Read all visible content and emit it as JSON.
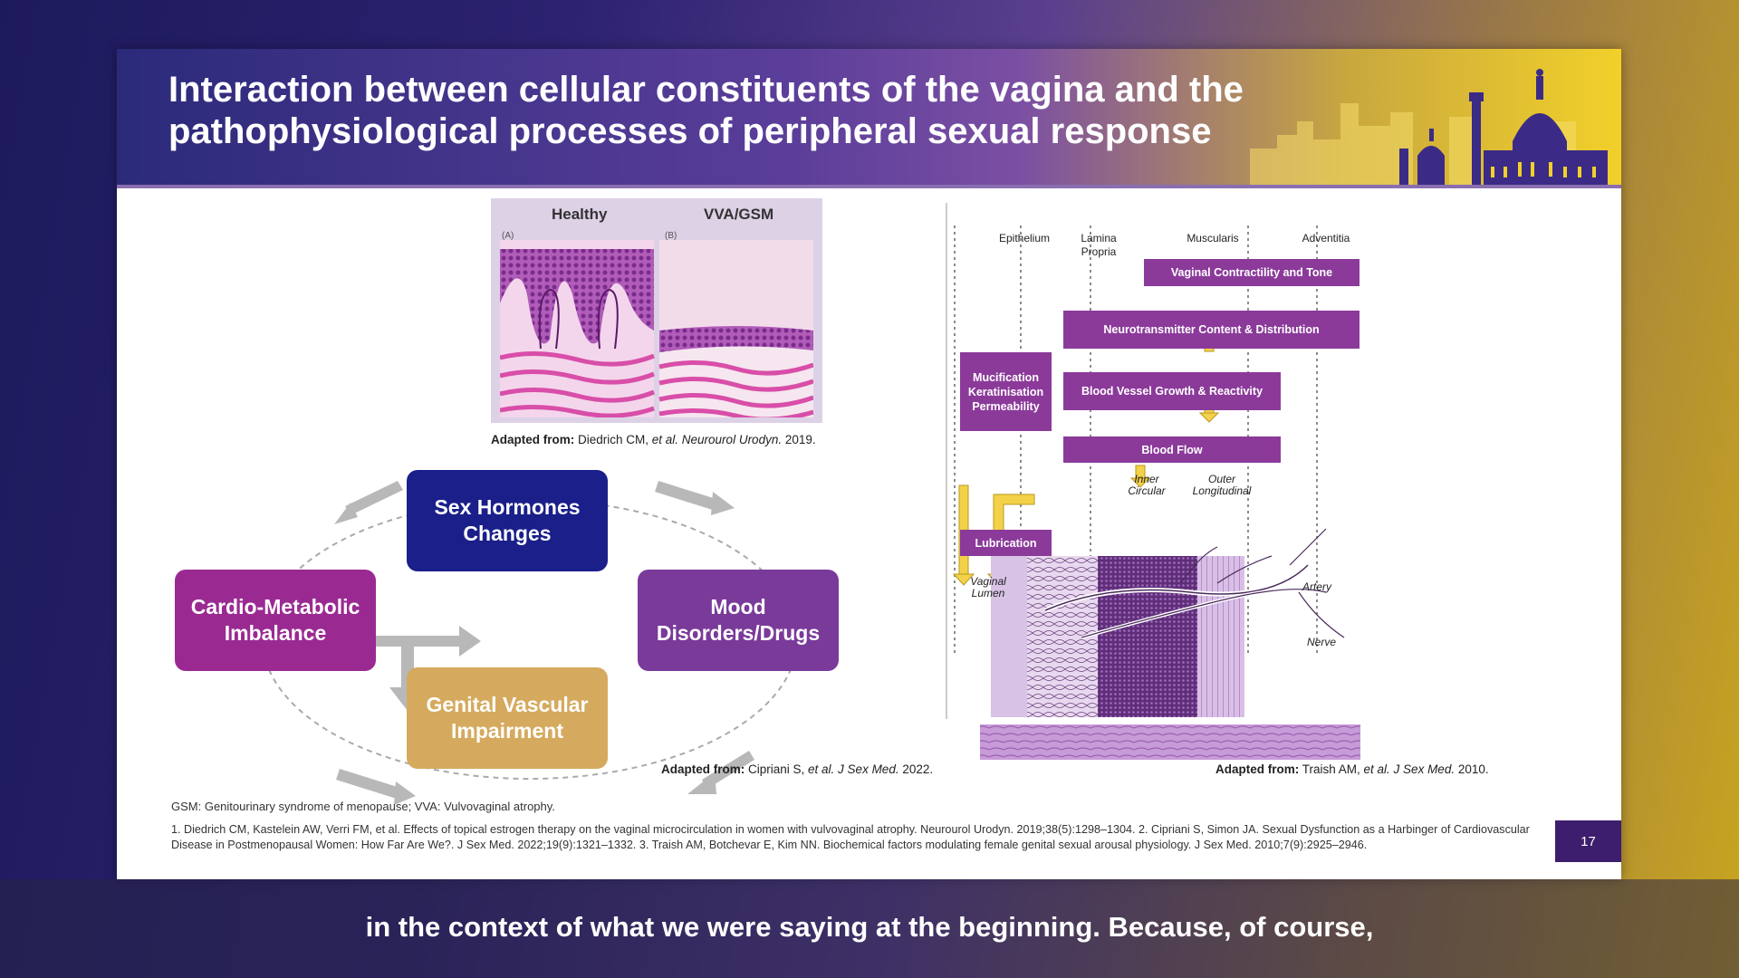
{
  "slide": {
    "title_line1": "Interaction between cellular constituents of the vagina and the",
    "title_line2": "pathophysiological processes of peripheral sexual response",
    "page_number": "17"
  },
  "histology": {
    "label_left": "Healthy",
    "label_right": "VVA/GSM",
    "letter_left": "(A)",
    "letter_right": "(B)",
    "caption_prefix": "Adapted from:",
    "caption_authors": " Diedrich CM, ",
    "caption_etal": "et al. Neurourol Urodyn.",
    "caption_year": " 2019."
  },
  "cycle": {
    "top": "Sex Hormones Changes",
    "left": "Cardio-Metabolic Imbalance",
    "right": "Mood Disorders/Drugs",
    "bottom": "Genital Vascular Impairment",
    "colors": {
      "top": "#1a1f8a",
      "left": "#9a2a92",
      "right": "#7a3a9a",
      "bottom": "#d5aa5e"
    },
    "caption_prefix": "Adapted from:",
    "caption_authors": " Cipriani S, ",
    "caption_etal": "et al. J Sex Med.",
    "caption_year": " 2022."
  },
  "diagram": {
    "col_epithelium": "Epithelium",
    "col_lamina": "Lamina Propria",
    "col_muscularis": "Muscularis",
    "col_adventitia": "Adventitia",
    "box_contractility": "Vaginal Contractility and Tone",
    "box_neurotransmitter": "Neurotransmitter Content & Distribution",
    "box_vessel": "Blood Vessel Growth & Reactivity",
    "box_flow": "Blood Flow",
    "box_mucification": "Mucification Keratinisation Permeability",
    "box_lubrication": "Lubrication",
    "label_inner": "Inner Circular",
    "label_outer": "Outer Longitudinal",
    "label_lumen": "Vaginal Lumen",
    "label_artery": "Artery",
    "label_nerve": "Nerve",
    "caption_prefix": "Adapted from:",
    "caption_authors": " Traish AM, ",
    "caption_etal": "et al. J Sex Med.",
    "caption_year": " 2010."
  },
  "footer": {
    "abbrev": "GSM: Genitourinary syndrome of menopause; VVA: Vulvovaginal atrophy.",
    "references": "1. Diedrich CM, Kastelein AW, Verri FM, et al. Effects of topical estrogen therapy on the vaginal microcirculation in women with vulvovaginal atrophy. Neurourol Urodyn. 2019;38(5):1298–1304. 2. Cipriani S, Simon JA. Sexual Dysfunction as a Harbinger of Cardiovascular Disease in Postmenopausal Women: How Far Are We?. J Sex Med. 2022;19(9):1321–1332. 3. Traish AM, Botchevar E, Kim NN. Biochemical factors modulating female genital sexual arousal physiology. J Sex Med. 2010;7(9):2925–2946."
  },
  "subtitle": "in the context of what we were saying at the beginning. Because, of course,"
}
